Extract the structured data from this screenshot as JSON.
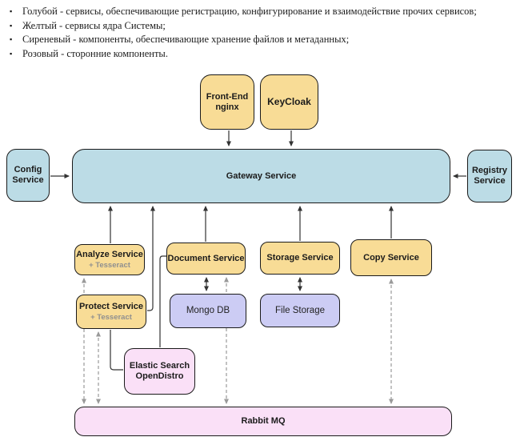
{
  "legend": {
    "items": [
      "Голубой - сервисы, обеспечивающие регистрацию, конфигурирование и взаимодействие прочих сервисов;",
      "Желтый - сервисы ядра Системы;",
      "Сиреневый - компоненты, обеспечивающие хранение файлов и метаданных;",
      "Розовый - сторонние компоненты."
    ]
  },
  "nodes": {
    "front_end": {
      "label": "Front-End\nnginx"
    },
    "keycloak": {
      "label": "KeyCloak"
    },
    "config": {
      "label": "Config\nService"
    },
    "gateway": {
      "label": "Gateway Service"
    },
    "registry": {
      "label": "Registry\nService"
    },
    "analyze": {
      "label": "Analyze Service",
      "sublabel": "+ Tesseract"
    },
    "document": {
      "label": "Document Service"
    },
    "storage": {
      "label": "Storage Service"
    },
    "copy": {
      "label": "Copy Service"
    },
    "protect": {
      "label": "Protect Service",
      "sublabel": "+ Tesseract"
    },
    "mongo": {
      "label": "Mongo DB"
    },
    "file_storage": {
      "label": "File Storage"
    },
    "elastic": {
      "label": "Elastic Search\nOpenDistro"
    },
    "rabbit": {
      "label": "Rabbit MQ"
    }
  },
  "palette": {
    "blue": "#bcdce6",
    "yellow": "#f8dc96",
    "lilac": "#ccccf4",
    "pink": "#fae0f7",
    "arrow-black": "#333333",
    "arrow-gray": "#999999"
  }
}
